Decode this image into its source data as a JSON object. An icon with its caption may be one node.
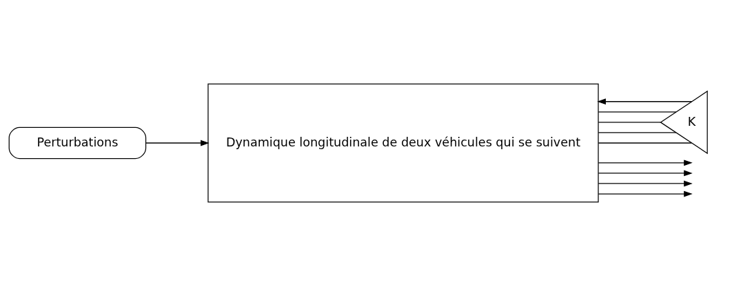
{
  "diagram": {
    "nodes": [
      {
        "text": [
          "Perturbations"
        ]
      },
      {
        "text": [
          "Dynamique longitudinale de deux véhicules qui se suivent"
        ]
      },
      {
        "text": [
          "K"
        ]
      }
    ],
    "edges": [
      {
        "from": 0,
        "to": 1,
        "arrow": "to"
      },
      {
        "from": 2,
        "to": 1,
        "arrow": "to"
      },
      {
        "from": 1,
        "to": null,
        "arrow": "to"
      },
      {
        "from": 1,
        "to": null,
        "arrow": "to"
      },
      {
        "from": 1,
        "to": null,
        "arrow": "to"
      },
      {
        "from": 1,
        "to": null,
        "arrow": "to"
      },
      {
        "from": 1,
        "to": 2,
        "arrow": "none"
      },
      {
        "from": 1,
        "to": 2,
        "arrow": "none"
      },
      {
        "from": 1,
        "to": 2,
        "arrow": "none"
      },
      {
        "from": 1,
        "to": 2,
        "arrow": "none"
      }
    ]
  }
}
